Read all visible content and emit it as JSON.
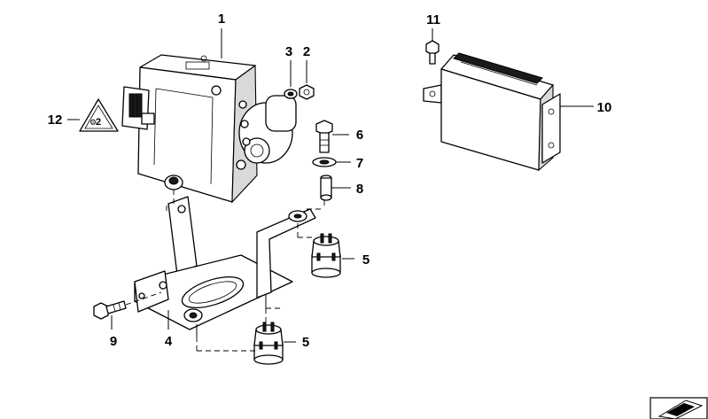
{
  "callouts": [
    {
      "id": "c1",
      "text": "1"
    },
    {
      "id": "c2",
      "text": "2"
    },
    {
      "id": "c3",
      "text": "3"
    },
    {
      "id": "c4",
      "text": "4"
    },
    {
      "id": "c5a",
      "text": "5"
    },
    {
      "id": "c5b",
      "text": "5"
    },
    {
      "id": "c6",
      "text": "6"
    },
    {
      "id": "c7",
      "text": "7"
    },
    {
      "id": "c8",
      "text": "8"
    },
    {
      "id": "c9",
      "text": "9"
    },
    {
      "id": "c10",
      "text": "10"
    },
    {
      "id": "c11",
      "text": "11"
    },
    {
      "id": "c12",
      "text": "12"
    }
  ],
  "icons": {
    "hydraulic_unit": "abs-hydraulic-unit-icon",
    "control_unit": "abs-control-unit-icon",
    "bracket": "mounting-bracket-icon",
    "warning": "warning-triangle-icon",
    "nav": "next-page-arrow-icon"
  }
}
